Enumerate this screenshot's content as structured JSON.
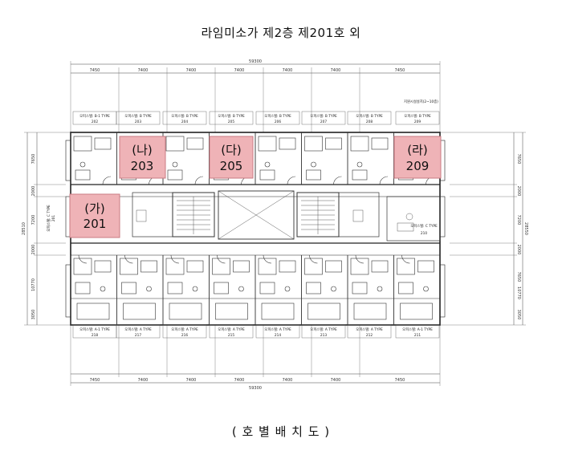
{
  "title": "라임미소가 제2층 제201호 외",
  "caption": "( 호 별 배 치 도 )",
  "overall_dims": {
    "top": "59300",
    "bottom": "59300",
    "left": "28510",
    "right": "28550"
  },
  "top_bay_dims": [
    "7450",
    "7400",
    "7400",
    "7400",
    "7400",
    "7400",
    "7450"
  ],
  "bottom_bay_dims": [
    "7450",
    "7400",
    "7400",
    "7400",
    "7400",
    "7400",
    "7450"
  ],
  "left_dims": [
    "7650",
    "2000",
    "7200",
    "2000",
    "10770",
    "3050"
  ],
  "right_dims": [
    "7650",
    "2000",
    "7200",
    "2000",
    "7650",
    "10770",
    "3050"
  ],
  "top_notice": "지원시설설치(2~10층)",
  "top_type_labels": [
    {
      "text": "오피스텔: B-1 TYPE",
      "num": "202"
    },
    {
      "text": "오피스텔: B TYPE",
      "num": "203"
    },
    {
      "text": "오피스텔: B TYPE",
      "num": "204"
    },
    {
      "text": "오피스텔: B TYPE",
      "num": "205"
    },
    {
      "text": "오피스텔: B TYPE",
      "num": "206"
    },
    {
      "text": "오피스텔: B TYPE",
      "num": "207"
    },
    {
      "text": "오피스텔: B TYPE",
      "num": "208"
    },
    {
      "text": "오피스텔: B TYPE",
      "num": "209"
    }
  ],
  "bottom_type_labels": [
    {
      "text": "오피스텔: A-1 TYPE",
      "num": "218"
    },
    {
      "text": "오피스텔: A TYPE",
      "num": "217"
    },
    {
      "text": "오피스텔: A TYPE",
      "num": "216"
    },
    {
      "text": "오피스텔: A TYPE",
      "num": "215"
    },
    {
      "text": "오피스텔: A TYPE",
      "num": "214"
    },
    {
      "text": "오피스텔: A TYPE",
      "num": "213"
    },
    {
      "text": "오피스텔: A TYPE",
      "num": "212"
    },
    {
      "text": "오피스텔: A-1 TYPE",
      "num": "211"
    }
  ],
  "side_type_labels": {
    "left": {
      "text": "오피스텔: C TYPE",
      "num": "201"
    },
    "right": {
      "text": "오피스텔: C TYPE",
      "num": "210"
    }
  },
  "highlighted_units": [
    {
      "id": "unit-ga",
      "name": "(가)",
      "num": "201"
    },
    {
      "id": "unit-na",
      "name": "(나)",
      "num": "203"
    },
    {
      "id": "unit-da",
      "name": "(다)",
      "num": "205"
    },
    {
      "id": "unit-ra",
      "name": "(라)",
      "num": "209"
    }
  ],
  "colors": {
    "highlight_fill": "#efb3b7",
    "highlight_stroke": "#c97b83",
    "line": "#333333"
  }
}
